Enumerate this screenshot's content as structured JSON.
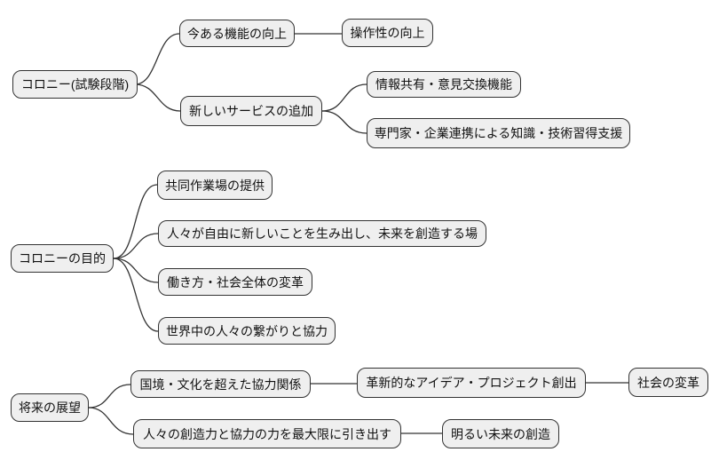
{
  "diagram": {
    "type": "mindmap-flowchart",
    "background_color": "#ffffff",
    "node_fill_color": "#efefef",
    "node_border_color": "#333333",
    "edge_color": "#333333",
    "text_color": "#111111",
    "nodes": {
      "colony_trial": {
        "label": "コロニー(試験段階)"
      },
      "feature_improve": {
        "label": "今ある機能の向上"
      },
      "usability": {
        "label": "操作性の向上"
      },
      "new_services": {
        "label": "新しいサービスの追加"
      },
      "info_share": {
        "label": "情報共有・意見交換機能"
      },
      "expert_support": {
        "label": "専門家・企業連携による知識・技術習得支援"
      },
      "colony_purpose": {
        "label": "コロニーの目的"
      },
      "coworking": {
        "label": "共同作業場の提供"
      },
      "free_creation": {
        "label": "人々が自由に新しいことを生み出し、未来を創造する場"
      },
      "work_reform": {
        "label": "働き方・社会全体の変革"
      },
      "global_connect": {
        "label": "世界中の人々の繋がりと協力"
      },
      "future_outlook": {
        "label": "将来の展望"
      },
      "cross_border": {
        "label": "国境・文化を超えた協力関係"
      },
      "innovative": {
        "label": "革新的なアイデア・プロジェクト創出"
      },
      "social_change": {
        "label": "社会の変革"
      },
      "max_creativity": {
        "label": "人々の創造力と協力の力を最大限に引き出す"
      },
      "bright_future": {
        "label": "明るい未来の創造"
      }
    },
    "edges": [
      {
        "from": "colony_trial",
        "to": "feature_improve"
      },
      {
        "from": "colony_trial",
        "to": "new_services"
      },
      {
        "from": "feature_improve",
        "to": "usability"
      },
      {
        "from": "new_services",
        "to": "info_share"
      },
      {
        "from": "new_services",
        "to": "expert_support"
      },
      {
        "from": "colony_purpose",
        "to": "coworking"
      },
      {
        "from": "colony_purpose",
        "to": "free_creation"
      },
      {
        "from": "colony_purpose",
        "to": "work_reform"
      },
      {
        "from": "colony_purpose",
        "to": "global_connect"
      },
      {
        "from": "future_outlook",
        "to": "cross_border"
      },
      {
        "from": "future_outlook",
        "to": "max_creativity"
      },
      {
        "from": "cross_border",
        "to": "innovative"
      },
      {
        "from": "innovative",
        "to": "social_change"
      },
      {
        "from": "max_creativity",
        "to": "bright_future"
      }
    ]
  }
}
